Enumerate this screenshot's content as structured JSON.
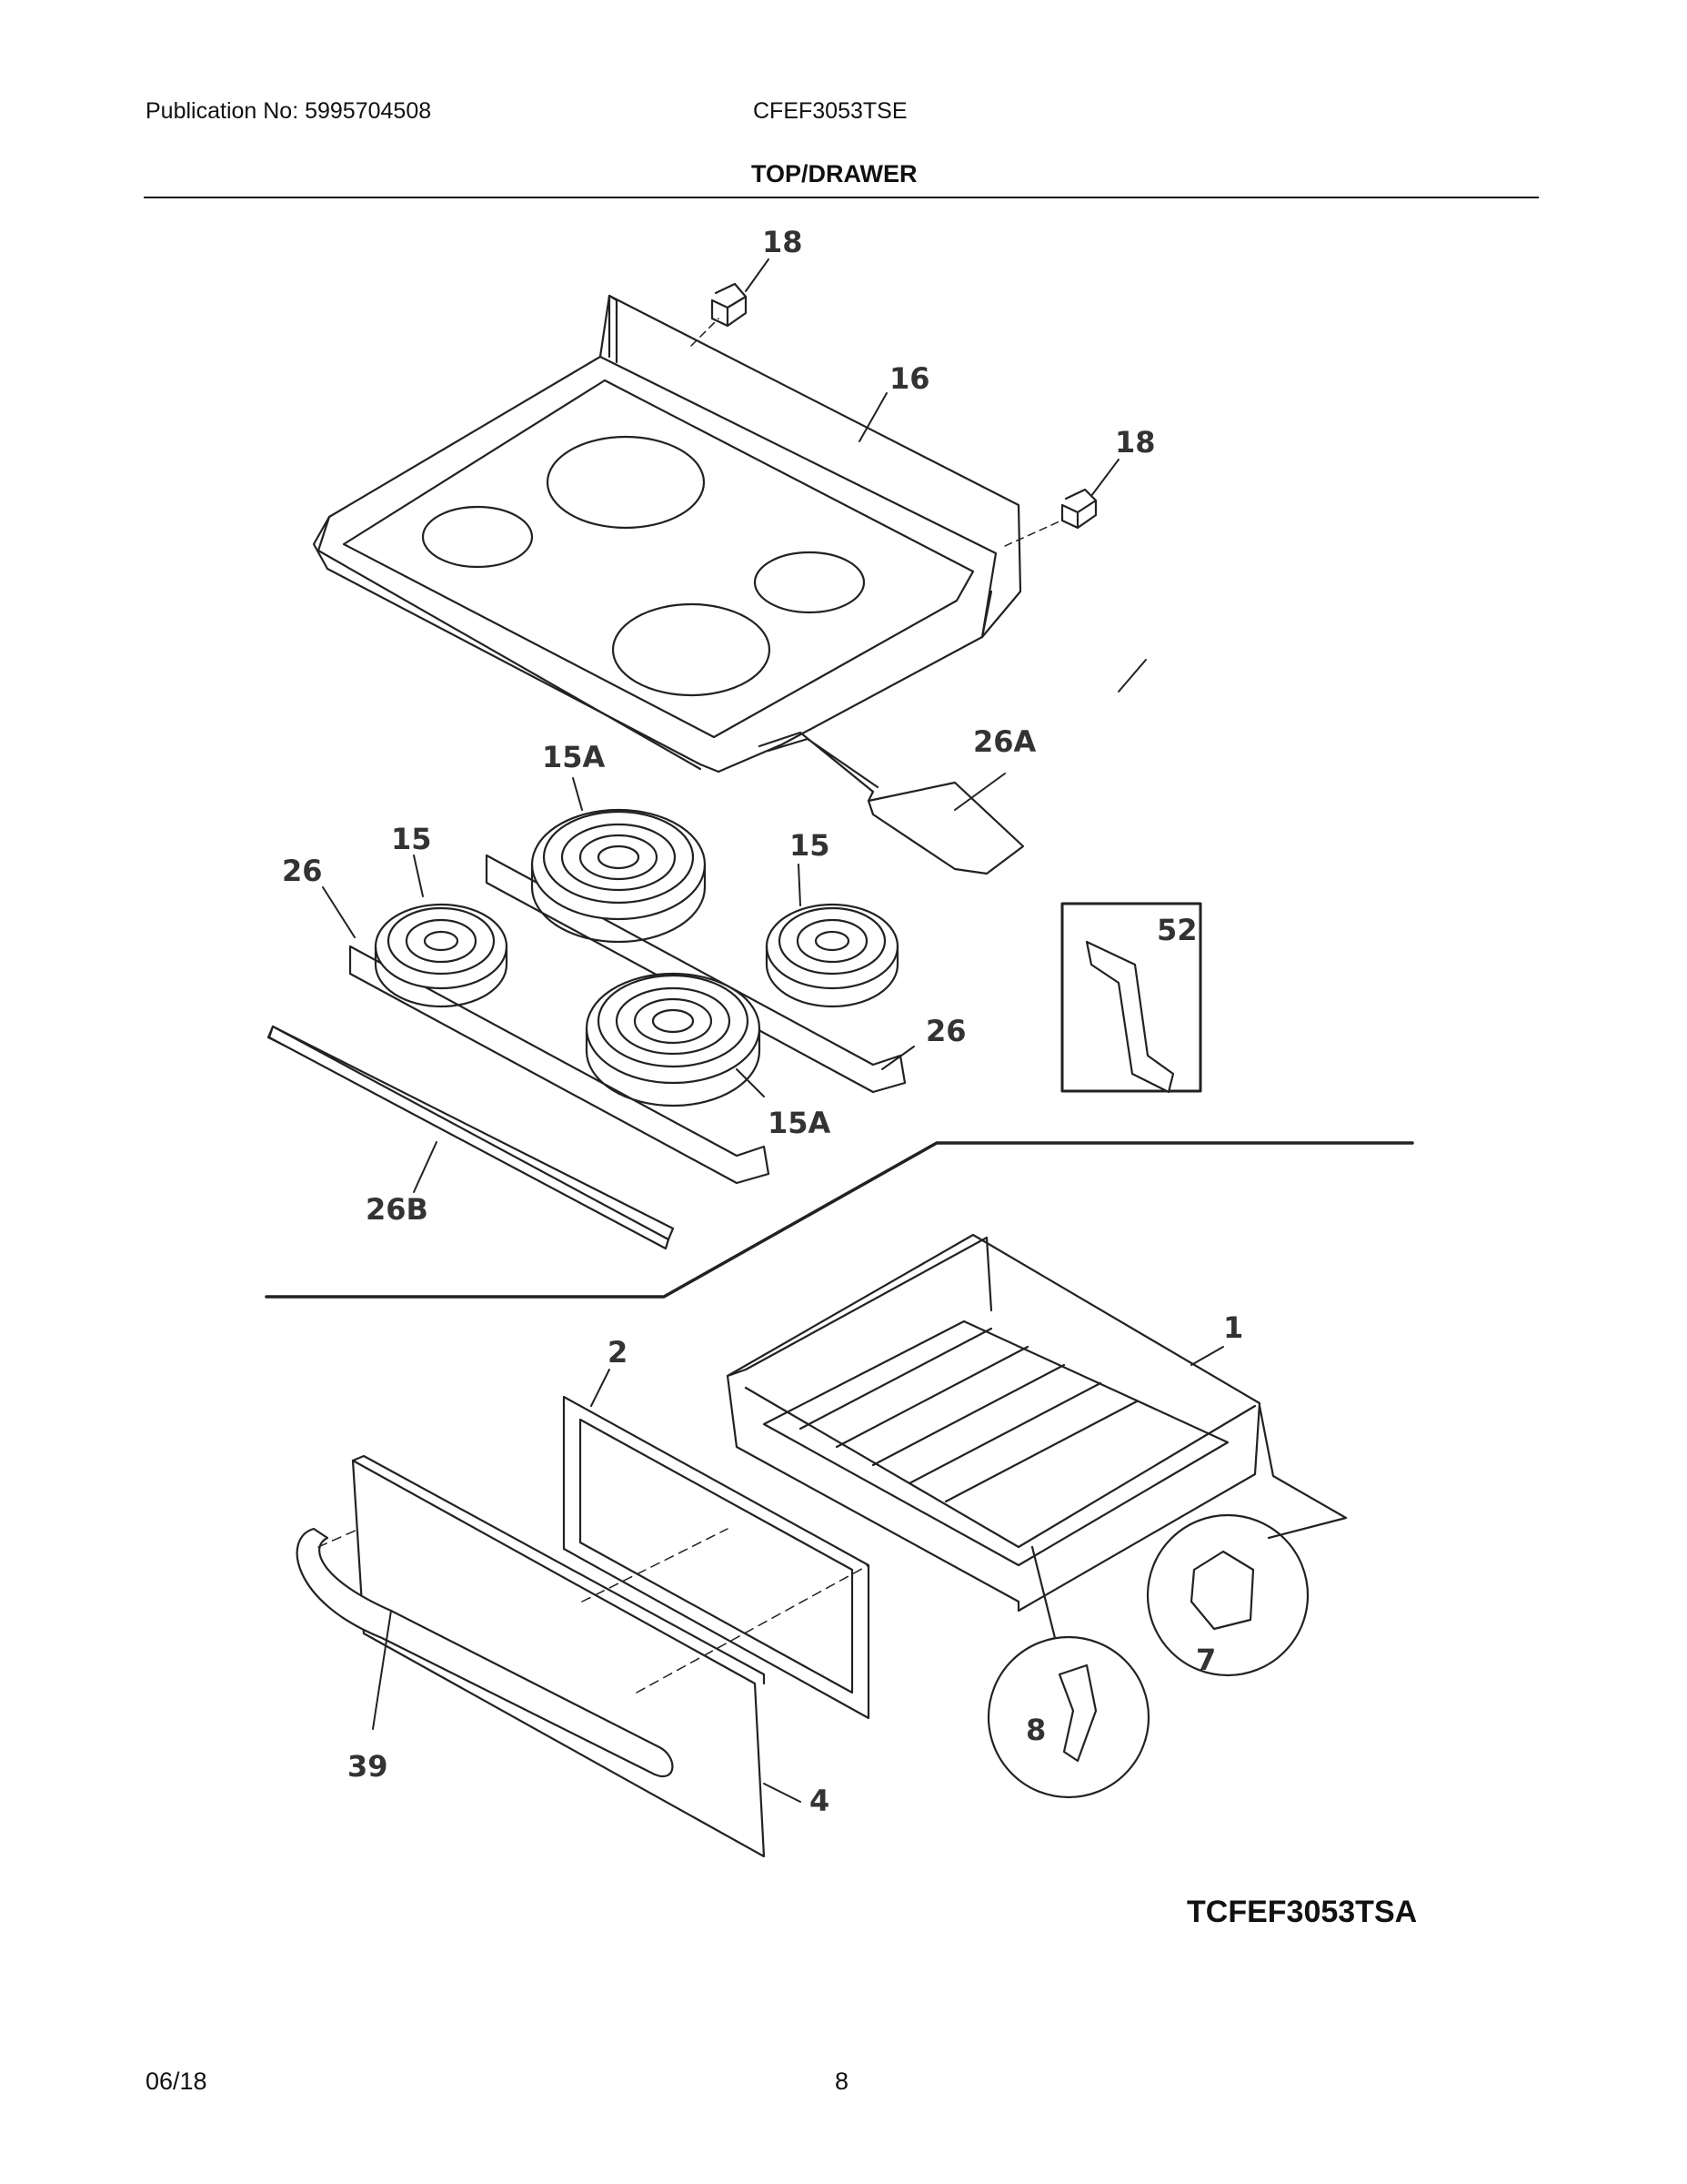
{
  "header": {
    "publication": "Publication No: 5995704508",
    "model": "CFEF3053TSE",
    "section_title": "TOP/DRAWER"
  },
  "callouts": {
    "c18a": "18",
    "c16": "16",
    "c18b": "18",
    "c26A": "26A",
    "c15Aa": "15A",
    "c15a": "15",
    "c26a": "26",
    "c15b": "15",
    "c52": "52",
    "c26b": "26",
    "c15Ab": "15A",
    "c26B": "26B",
    "c1": "1",
    "c2": "2",
    "c7": "7",
    "c8": "8",
    "c39": "39",
    "c4": "4"
  },
  "diagram_code": "TCFEF3053TSA",
  "footer": {
    "date": "06/18",
    "page": "8"
  }
}
